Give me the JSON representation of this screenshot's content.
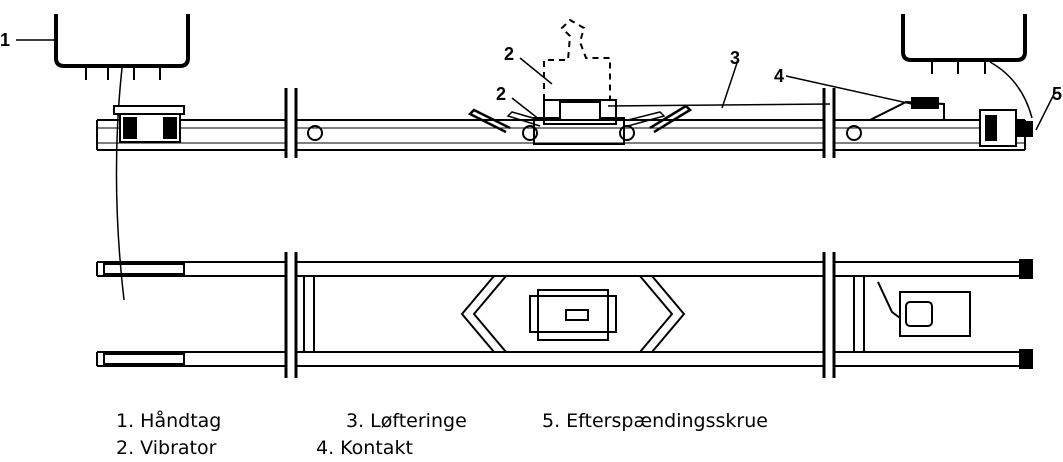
{
  "diagram": {
    "callouts": [
      "1",
      "2",
      "2",
      "3",
      "4",
      "5"
    ],
    "legend": [
      "1. Håndtag",
      "2. Vibrator",
      "3. Løfteringe",
      "4.  Kontakt",
      "5. Efterspændingsskrue"
    ],
    "line_color": "#000000",
    "background": "#ffffff"
  }
}
